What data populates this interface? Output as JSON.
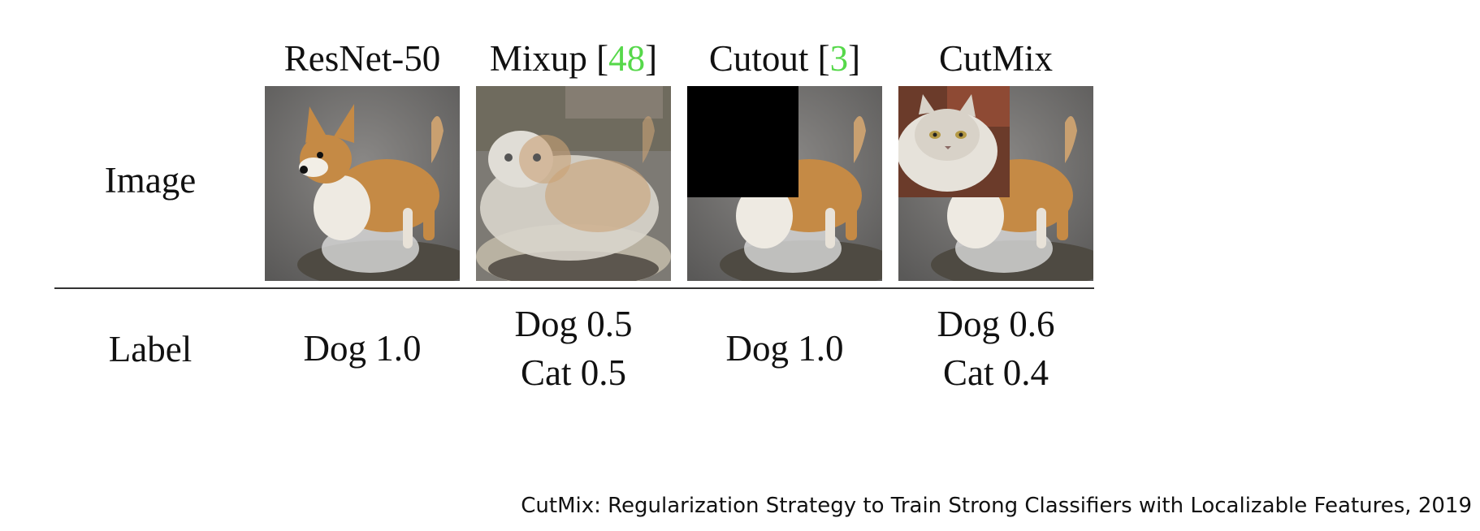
{
  "columns": [
    {
      "header": {
        "pre": "ResNet-50",
        "ref": "",
        "post": ""
      },
      "label": [
        "Dog 1.0"
      ]
    },
    {
      "header": {
        "pre": "Mixup [",
        "ref": "48",
        "post": "]"
      },
      "label": [
        "Dog 0.5",
        "Cat 0.5"
      ]
    },
    {
      "header": {
        "pre": "Cutout [",
        "ref": "3",
        "post": "]"
      },
      "label": [
        "Dog 1.0"
      ]
    },
    {
      "header": {
        "pre": "CutMix",
        "ref": "",
        "post": ""
      },
      "label": [
        "Dog 0.6",
        "Cat 0.4"
      ]
    }
  ],
  "rows": {
    "image": "Image",
    "label": "Label"
  },
  "citation": "CutMix: Regularization Strategy to Train Strong Classifiers with Localizable Features, 2019",
  "colors": {
    "reference_link": "#56d84a",
    "rule": "#333333"
  }
}
